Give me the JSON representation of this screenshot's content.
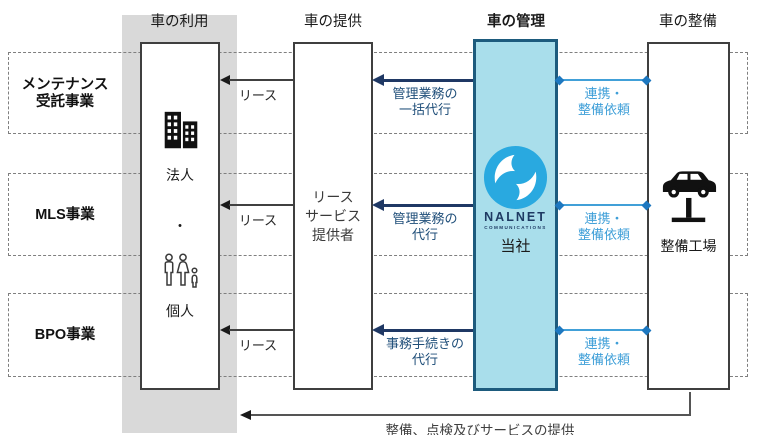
{
  "headers": {
    "use": "車の利用",
    "provide": "車の提供",
    "manage": "車の管理",
    "maintain": "車の整備"
  },
  "business_rows": [
    {
      "name": "メンテナンス\n受託事業",
      "lease_label": "リース",
      "management_label": "管理業務の\n一括代行",
      "cooperation_label": "連携・\n整備依頼"
    },
    {
      "name": "MLS事業",
      "lease_label": "リース",
      "management_label": "管理業務の\n代行",
      "cooperation_label": "連携・\n整備依頼"
    },
    {
      "name": "BPO事業",
      "lease_label": "リース",
      "management_label": "事務手続きの\n代行",
      "cooperation_label": "連携・\n整備依頼"
    }
  ],
  "car_user_box": {
    "corporate_label": "法人",
    "separator": "・",
    "individual_label": "個人"
  },
  "lease_provider_box": {
    "label": "リース\nサービス\n提供者"
  },
  "company_box": {
    "brand": "NALNET",
    "brand_subtitle": "COMMUNICATIONS",
    "label": "当社"
  },
  "factory_box": {
    "label": "整備工場"
  },
  "bottom_flow": {
    "label": "整備、点検及びサービスの提供"
  },
  "colors": {
    "lane_bg": "#d9d9d9",
    "company_box_fill": "#a9deeb",
    "company_box_border": "#1d5b7d",
    "management_arrow": "#1f3864",
    "management_text": "#1f4e79",
    "cooperation_line": "#41a0d8",
    "cooperation_diamond": "#1e78c0",
    "cooperation_text": "#3f9fd8",
    "logo_blue": "#29a9e0"
  }
}
